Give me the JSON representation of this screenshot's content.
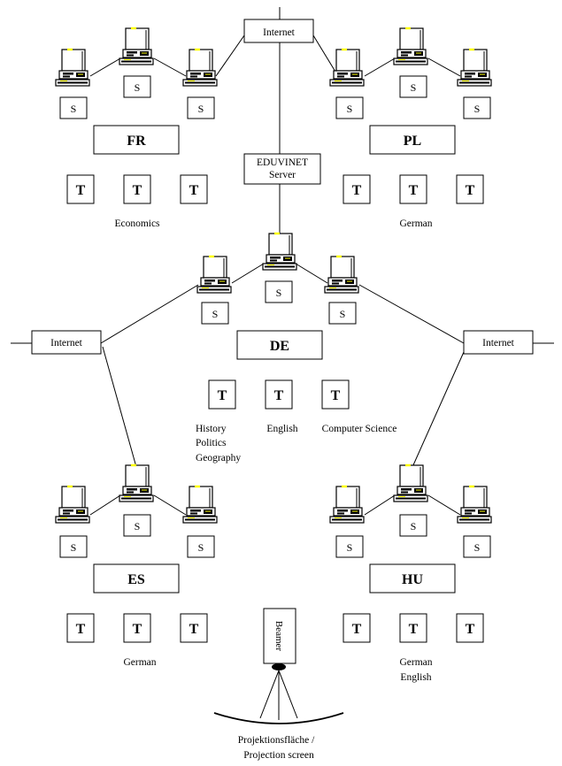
{
  "labels": {
    "internet": "Internet",
    "server_line1": "EDUVINET",
    "server_line2": "Server",
    "student": "S",
    "teacher": "T",
    "beamer": "Beamer",
    "screen_line1": "Projektionsfläche /",
    "screen_line2": "Projection screen"
  },
  "clusters": {
    "fr": {
      "code": "FR",
      "subjects": [
        "Economics"
      ]
    },
    "pl": {
      "code": "PL",
      "subjects": [
        "German"
      ]
    },
    "de": {
      "code": "DE",
      "subjects": [
        "History",
        "Politics",
        "Geography",
        "English",
        "Computer Science"
      ]
    },
    "es": {
      "code": "ES",
      "subjects": [
        "German"
      ]
    },
    "hu": {
      "code": "HU",
      "subjects": [
        "German",
        "English"
      ]
    }
  },
  "colors": {
    "line": "#000000",
    "accent": "#ffff00",
    "background": "#ffffff"
  }
}
